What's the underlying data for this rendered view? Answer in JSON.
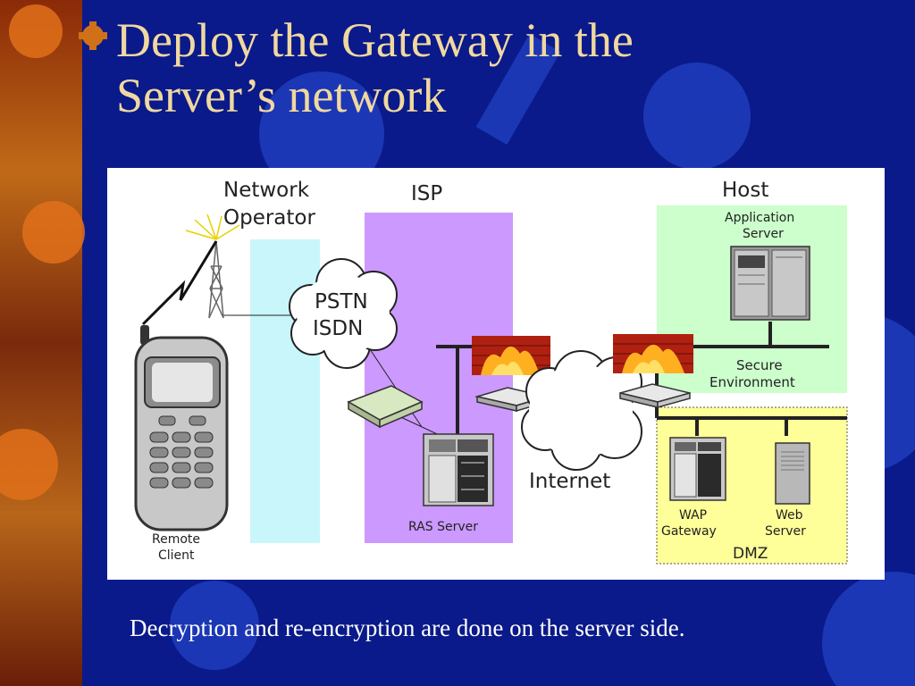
{
  "slide": {
    "title_lines": [
      "Deploy the Gateway in the",
      "Server’s network"
    ],
    "caption": "Decryption and re-encryption are done on the server side."
  },
  "diagram": {
    "zones": {
      "network_operator": [
        "Network",
        "Operator"
      ],
      "isp": "ISP",
      "host": "Host",
      "dmz": "DMZ"
    },
    "nodes": {
      "remote_client": [
        "Remote",
        "Client"
      ],
      "pstn_isdn": [
        "PSTN",
        "ISDN"
      ],
      "ras_server": "RAS Server",
      "internet": "Internet",
      "application_server": [
        "Application",
        "Server"
      ],
      "secure_environment": [
        "Secure",
        "Environment"
      ],
      "wap_gateway": [
        "WAP",
        "Gateway"
      ],
      "web_server": [
        "Web",
        "Server"
      ]
    }
  },
  "colors": {
    "background": "#0a1a8a",
    "title": "#f0d8a0",
    "network_operator_zone": "#c8f6fb",
    "isp_zone": "#cc99ff",
    "host_zone": "#ccffcc",
    "dmz_zone": "#ffff99"
  }
}
